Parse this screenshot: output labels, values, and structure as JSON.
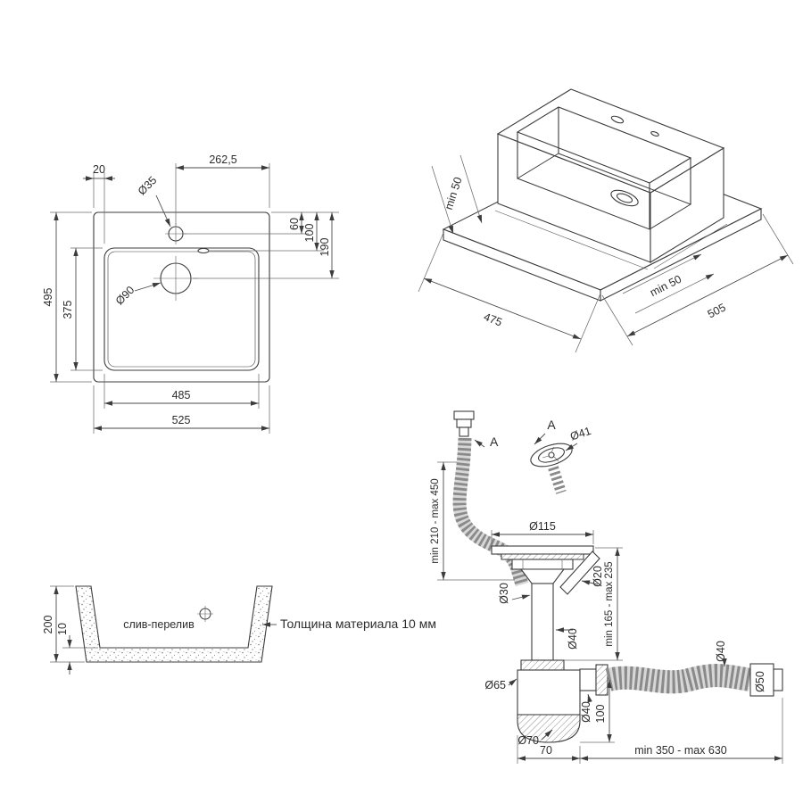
{
  "drawing": {
    "top_view": {
      "d20": "20",
      "d262": "262,5",
      "d35": "Ø35",
      "d60": "60",
      "d100": "100",
      "d190": "190",
      "d495": "495",
      "d375": "375",
      "d90": "Ø90",
      "d485": "485",
      "d525": "525"
    },
    "iso_view": {
      "min50_left": "min 50",
      "min50_right": "min 50",
      "d475": "475",
      "d505": "505"
    },
    "section_view": {
      "d200": "200",
      "d10": "10",
      "overflow_label": "слив-перелив",
      "material_note": "Толщина материала 10 мм"
    },
    "siphon_view": {
      "view_a_top": "A",
      "view_a_hose": "A",
      "d41": "Ø41",
      "hose_range": "min 210 - max 450",
      "d115": "Ø115",
      "d30": "Ø30",
      "d20": "Ø20",
      "tail_range": "min 165 - max 235",
      "d40_tail": "Ø40",
      "d65": "Ø65",
      "d40_outlet": "Ø40",
      "d100": "100",
      "d70_dia": "Ø70",
      "d70_width": "70",
      "horiz_range": "min 350 - max 630",
      "d40_hose": "Ø40",
      "d50": "Ø50"
    }
  }
}
